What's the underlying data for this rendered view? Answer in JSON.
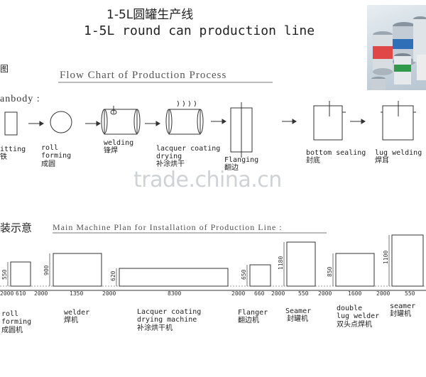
{
  "title_cn": "1-5L圆罐生产线",
  "title_en": "1-5L round can production line",
  "flow_prefix": "图",
  "flow_title": "Flow Chart of Production Process",
  "canbody_label": "anbody :",
  "steps": [
    {
      "en": "itting",
      "cn": "铁"
    },
    {
      "en": "roll\nforming",
      "cn": "成圆"
    },
    {
      "en": "welding",
      "cn": "锋焊"
    },
    {
      "en": "lacquer coating\ndrying",
      "cn": "补涂烘干"
    },
    {
      "en": "Flanging",
      "cn": "翻边"
    },
    {
      "en": "bottom sealing",
      "cn": "封底"
    },
    {
      "en": "lug welding",
      "cn": "焊耳"
    }
  ],
  "plan_prefix": "装示意",
  "plan_title": "Main Machine Plan for Installation of Production Line :",
  "machines": [
    {
      "en": "roll\nforming",
      "cn": "成圆机",
      "width_dim": "610",
      "height_dim": "550"
    },
    {
      "en": "welder",
      "cn": "焊机",
      "width_dim": "1350",
      "height_dim": "900"
    },
    {
      "en": "Lacquer coating\ndrying machine",
      "cn": "补涂烘干机",
      "width_dim": "8300",
      "height_dim": "620"
    },
    {
      "en": "Flanger",
      "cn": "翻边机",
      "width_dim": "660",
      "height_dim": "650"
    },
    {
      "en": "Seamer",
      "cn": "封罐机",
      "width_dim": "550",
      "height_dim": "1180"
    },
    {
      "en": "double\nlug welder",
      "cn": "双头点焊机",
      "width_dim": "1600",
      "height_dim": "850"
    },
    {
      "en": "seamer",
      "cn": "封罐机",
      "width_dim": "550",
      "height_dim": "1100"
    }
  ],
  "gaps": [
    "2000",
    "2000",
    "2000",
    "2000",
    "2000",
    "2000",
    "2000"
  ],
  "watermark": "trade.china.cn",
  "icons": {
    "photo": "paint-cans-photo"
  }
}
